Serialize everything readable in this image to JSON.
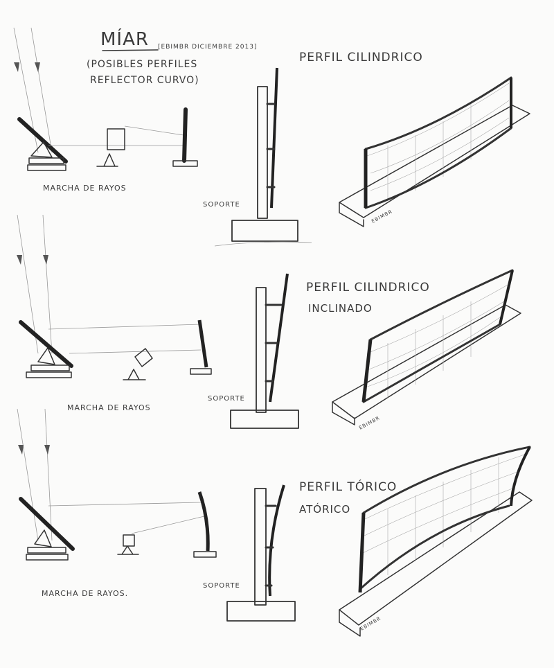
{
  "header": {
    "title": "MÍAR",
    "author_date": "[EBIMBR DICIEMBRE 2013]",
    "subtitle_line1": "(POSIBLES PERFILES",
    "subtitle_line2": "REFLECTOR CURVO)"
  },
  "rows": [
    {
      "profile_line1": "PERFIL CILINDRICO",
      "profile_line2": "",
      "rays_label": "MARCHA DE RAYOS",
      "support_label": "SOPORTE",
      "base_mark": "EBIMBR"
    },
    {
      "profile_line1": "PERFIL CILINDRICO",
      "profile_line2": "INCLINADO",
      "rays_label": "MARCHA DE RAYOS",
      "support_label": "SOPORTE",
      "base_mark": "EBIMBR"
    },
    {
      "profile_line1": "PERFIL TÓRICO",
      "profile_line2": "ATÓRICO",
      "rays_label": "MARCHA DE RAYOS.",
      "support_label": "SOPORTE",
      "base_mark": "EBIMBR"
    }
  ]
}
